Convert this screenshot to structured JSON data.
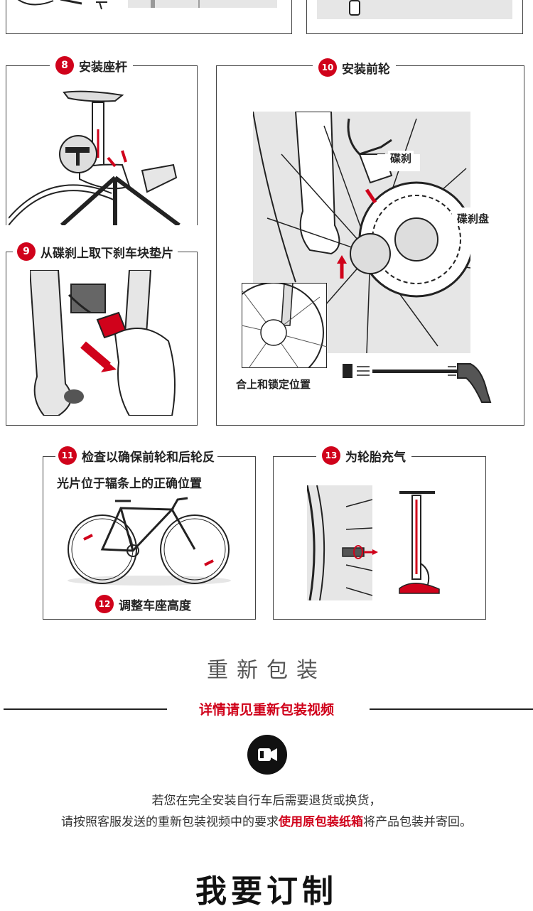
{
  "steps": {
    "s8": {
      "num": "8",
      "title": "安装座杆"
    },
    "s9": {
      "num": "9",
      "title": "从碟刹上取下刹车块垫片"
    },
    "s10": {
      "num": "10",
      "title": "安装前轮",
      "label_brake": "碟刹",
      "label_disc": "碟刹盘",
      "label_lock": "合上和锁定位置"
    },
    "s11": {
      "num": "11",
      "title_line1": "检查以确保前轮和后轮反",
      "title_line2": "光片位于辐条上的正确位置"
    },
    "s12": {
      "num": "12",
      "title": "调整车座高度"
    },
    "s13": {
      "num": "13",
      "title": "为轮胎充气"
    }
  },
  "repack": {
    "title": "重新包装",
    "detail_link": "详情请见重新包装视频",
    "video_icon": "video-camera-icon",
    "note_line1": "若您在完全安装自行车后需要退货或换货，",
    "note_line2_a": "请按照客服发送的重新包装视频中的要求",
    "note_line2_em": "使用原包装纸箱",
    "note_line2_b": "将产品包装并寄回。"
  },
  "next_section_title": "我要订制",
  "colors": {
    "accent": "#d0021b",
    "ink": "#222222",
    "gray": "#e6e6e6"
  }
}
